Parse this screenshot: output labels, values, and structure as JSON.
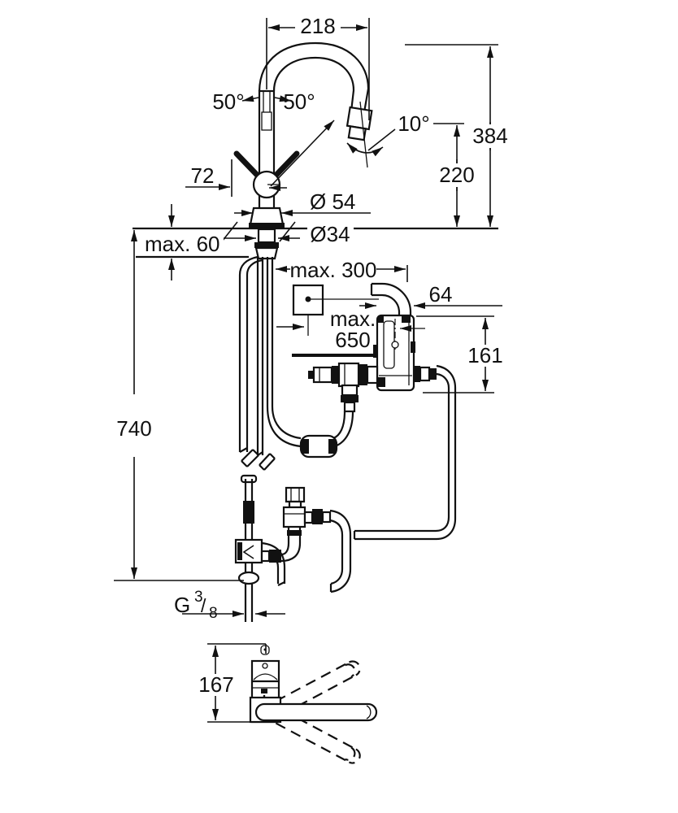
{
  "drawing": {
    "title": "kitchen-faucet-technical-dimension-drawing",
    "colors": {
      "line": "#111111",
      "background": "#ffffff"
    },
    "dimensions": {
      "spout_reach": "218",
      "swivel_left": "50°",
      "swivel_right": "50°",
      "spout_angle": "10°",
      "height_total": "384",
      "height_outlet": "220",
      "lever_offset": "72",
      "base_diameter": "Ø 54",
      "hole_diameter": "Ø34",
      "deck_thickness": "max. 60",
      "hose_extraction": "max. 300",
      "box_depth": "64",
      "hose_length_line1": "max.",
      "hose_length_line2": "650",
      "box_height": "161",
      "clearance_below": "740",
      "thread_prefix": "G",
      "thread_numerator": "3",
      "thread_slash": "/",
      "thread_denominator": "8",
      "footprint_depth": "167"
    }
  }
}
